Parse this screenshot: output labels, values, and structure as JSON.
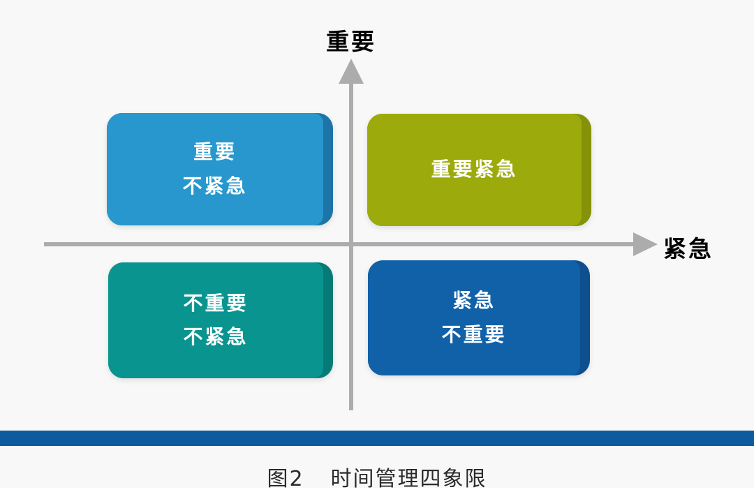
{
  "figure": {
    "caption_label": "图2",
    "caption_title": "时间管理四象限"
  },
  "axes": {
    "vertical_label": "重要",
    "horizontal_label": "紧急",
    "line_color": "#acacac"
  },
  "quadrants": {
    "top_left": {
      "line1": "重要",
      "line2": "不紧急",
      "fill_color": "#2797cd",
      "edge_color": "#1d74a6"
    },
    "top_right": {
      "line1": "重要紧急",
      "line2": "",
      "fill_color": "#9caa0c",
      "edge_color": "#859208"
    },
    "bottom_left": {
      "line1": "不重要",
      "line2": "不紧急",
      "fill_color": "#0a9490",
      "edge_color": "#067b76"
    },
    "bottom_right": {
      "line1": "紧急",
      "line2": "不重要",
      "fill_color": "#1161a8",
      "edge_color": "#0d4f8f"
    }
  },
  "footer": {
    "bar_color": "#0e5a9e"
  },
  "background_color": "#f7f8f7",
  "box_text_color": "#ffffff"
}
